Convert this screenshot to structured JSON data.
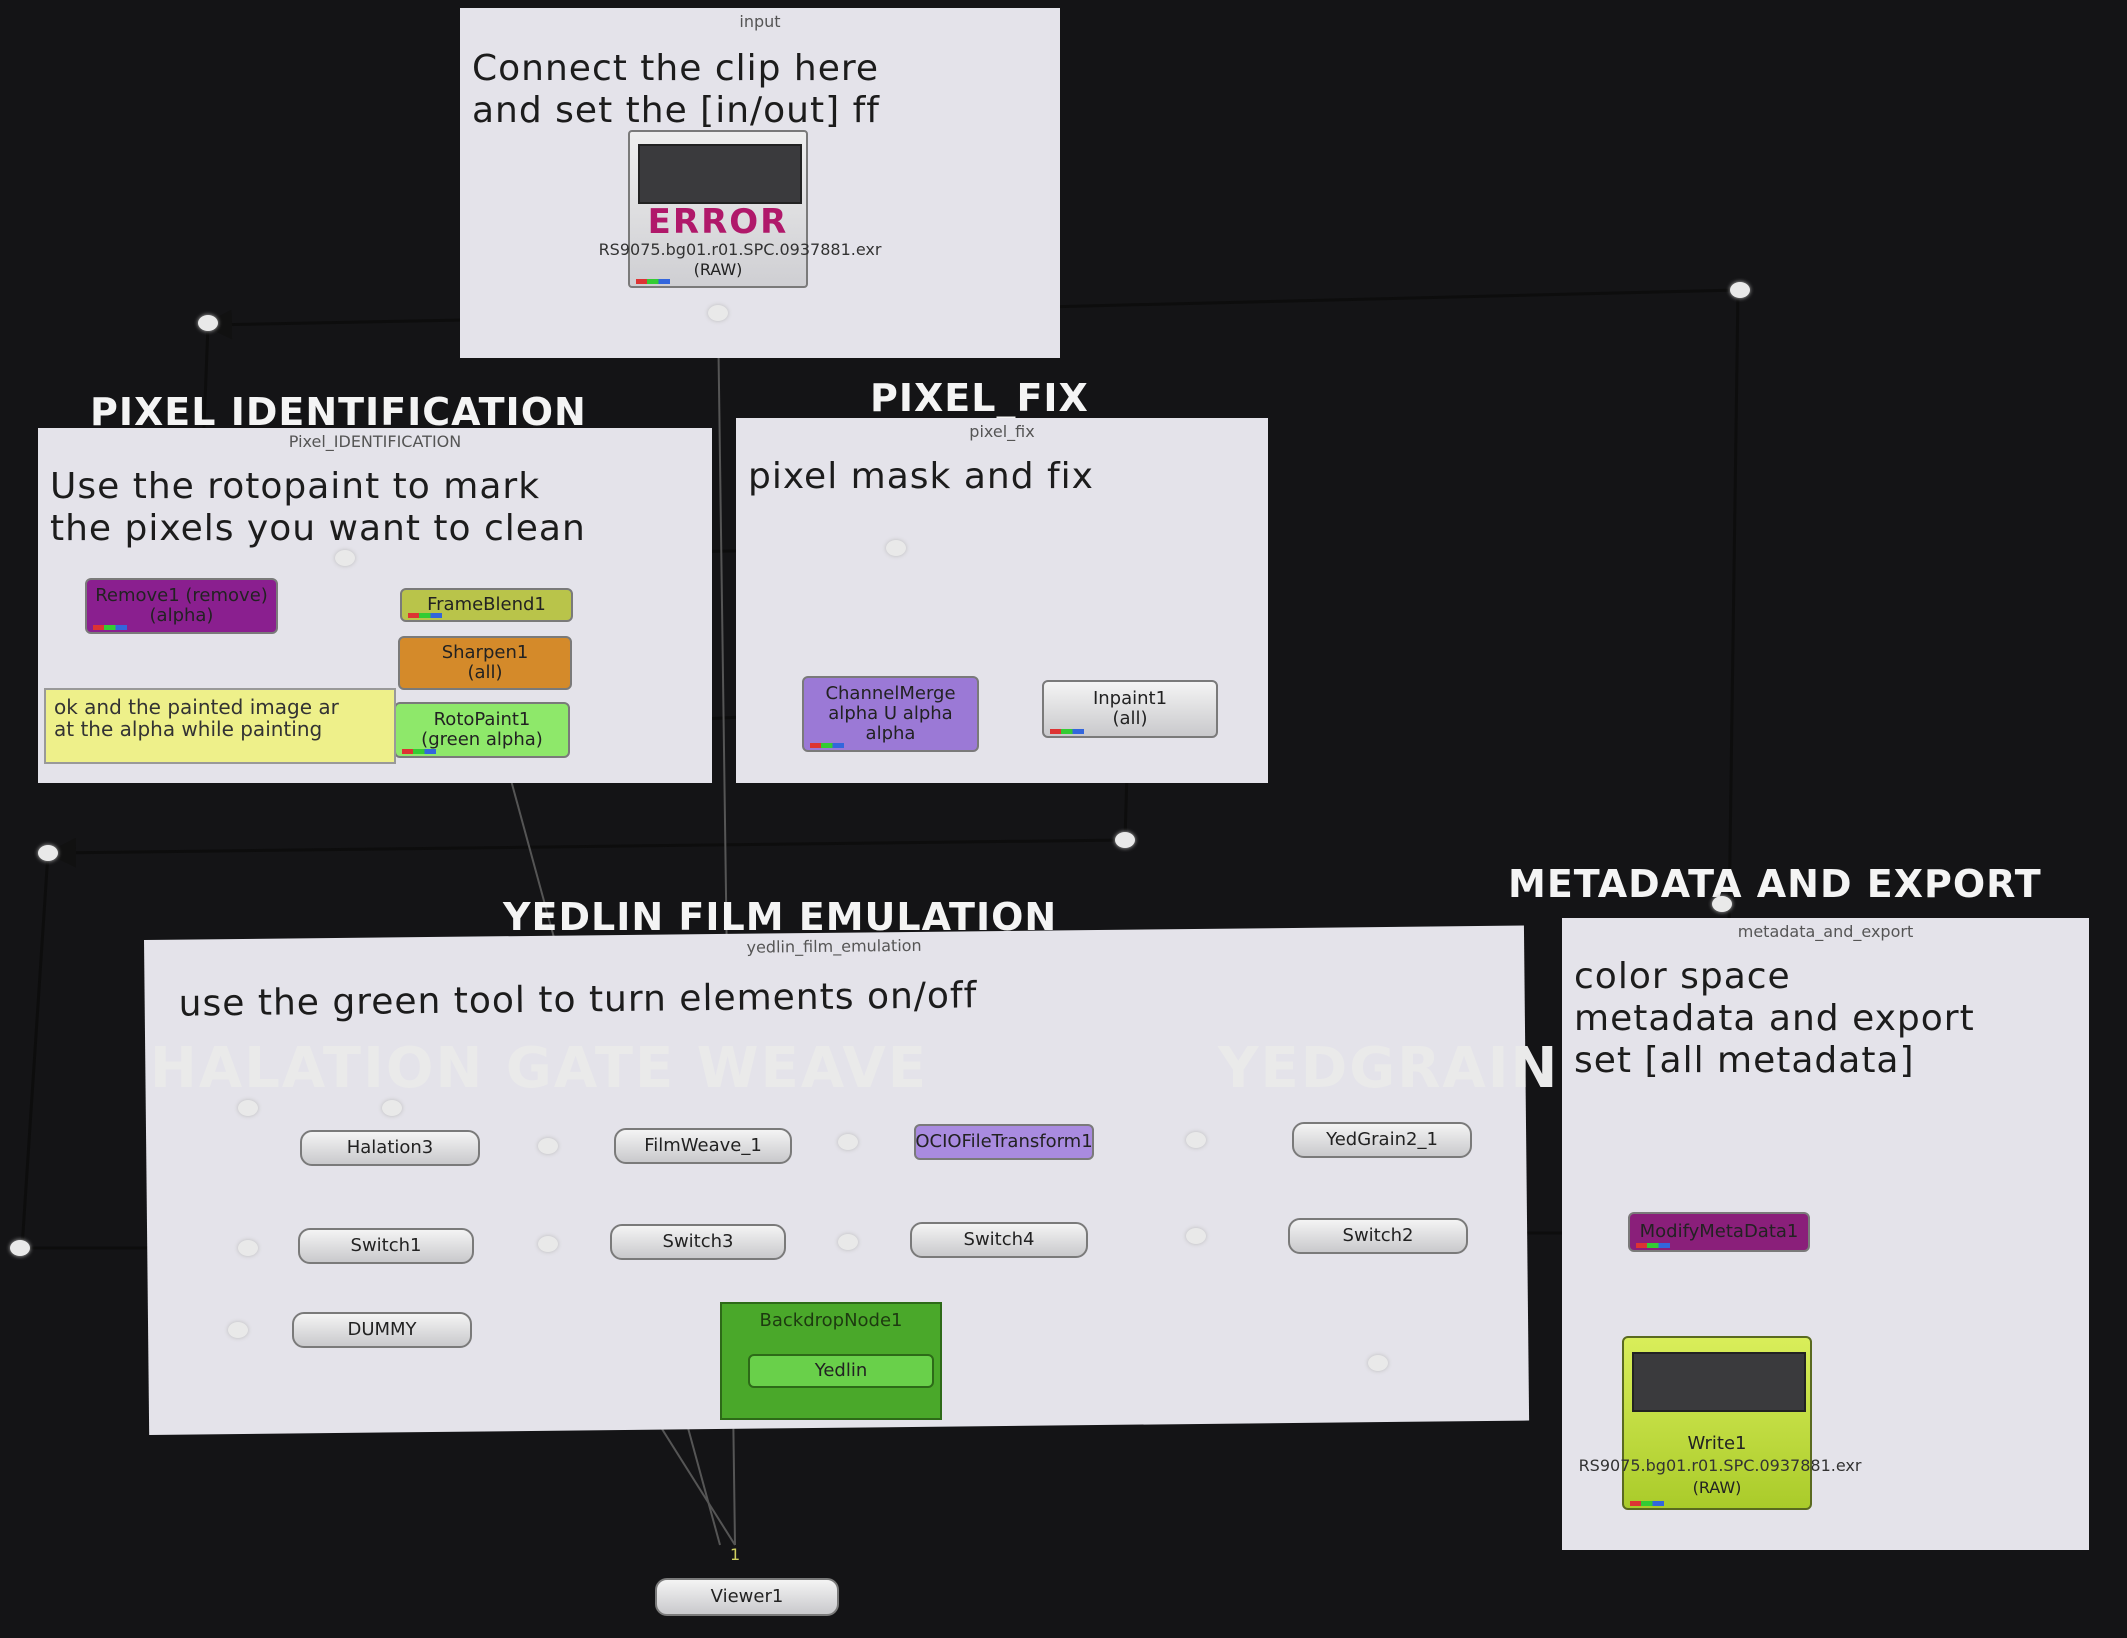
{
  "input_group": {
    "name": "input",
    "text_line1": "Connect the clip here",
    "text_line2": "and set the [in/out] ff",
    "read_node": {
      "error": "ERROR",
      "file": "RS9075.bg01.r01.SPC.0937881.exr",
      "mode": "(RAW)"
    }
  },
  "pixel_identification": {
    "overlay_label": "PIXEL IDENTIFICATION",
    "name": "Pixel_IDENTIFICATION",
    "text_line1": "Use the rotopaint to mark",
    "text_line2": "the pixels you want to clean",
    "nodes": {
      "remove": {
        "line1": "Remove1 (remove)",
        "line2": "(alpha)"
      },
      "frameblend": {
        "line1": "FrameBlend1"
      },
      "sharpen": {
        "line1": "Sharpen1",
        "line2": "(all)"
      },
      "rotopaint": {
        "line1": "RotoPaint1",
        "line2": "(green alpha)"
      }
    },
    "sticky_line1": "ok and the painted image ar",
    "sticky_line2": "at the alpha while painting"
  },
  "pixel_fix": {
    "overlay_label": "PIXEL_FIX",
    "name": "pixel_fix",
    "text_line1": "pixel mask and fix",
    "nodes": {
      "channelmerge": {
        "line1": "ChannelMerge",
        "line2": "alpha U alpha",
        "line3": "alpha"
      },
      "inpaint": {
        "line1": "Inpaint1",
        "line2": "(all)"
      }
    }
  },
  "film_emulation": {
    "overlay_label": "YEDLIN FILM EMULATION",
    "name": "yedlin_film_emulation",
    "text_line1": "use the green tool to turn elements on/off",
    "overlay_sub_left": "HALATION GATE WEAVE",
    "overlay_sub_right": "YEDGRAIN",
    "nodes": {
      "halation": "Halation3",
      "switch1": "Switch1",
      "dummy": "DUMMY",
      "filmweave": "FilmWeave_1",
      "switch3": "Switch3",
      "ocio": "OCIOFileTransform1",
      "switch4": "Switch4",
      "yedgrain": "YedGrain2_1",
      "switch2": "Switch2",
      "backdrop": "BackdropNode1",
      "yedlin": "Yedlin"
    }
  },
  "metadata_export": {
    "overlay_label": "METADATA AND EXPORT",
    "name": "metadata_and_export",
    "text_line1": "color space",
    "text_line2": "metadata and export",
    "text_line3": "set [all metadata]",
    "modify_node": "ModifyMetaData1",
    "write_node": {
      "line1": "Write1",
      "file": "RS9075.bg01.r01.SPC.0937881.exr",
      "mode": "(RAW)"
    }
  },
  "viewer": {
    "label": "Viewer1",
    "input_num": "1"
  },
  "colors": {
    "background": "#141416",
    "backdrop": "#e4e3ea",
    "remove": "#8a1f8f",
    "frameblend": "#b9c44a",
    "sharpen": "#d48a2a",
    "rotopaint": "#8ee86a",
    "channelmerge": "#9b79d6",
    "ocio": "#a98be0",
    "modify": "#8a1f7a",
    "write": "#c5e03a",
    "yedlin_backdrop": "#4aa82a",
    "yedlin_node": "#69d04a",
    "expression_link": "#b8f0c8"
  }
}
